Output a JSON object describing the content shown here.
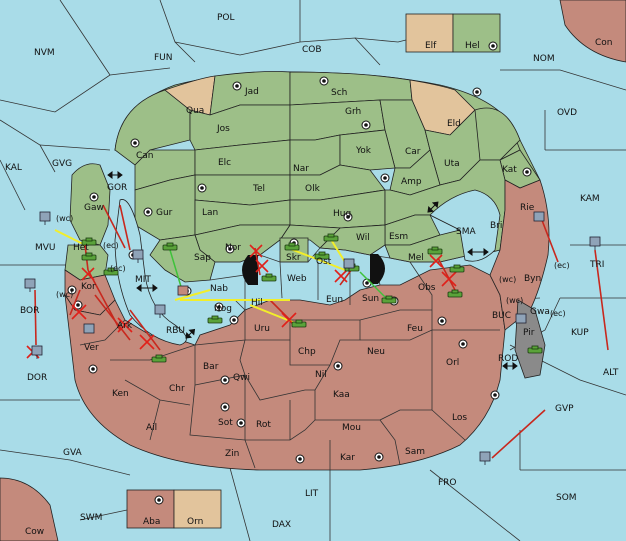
{
  "map": {
    "colors": {
      "sea": "#a9dce8",
      "green_power": "#9dbf88",
      "red_power": "#c48a7c",
      "neutral": "#e2c49c",
      "impassable": "#8a8a8a",
      "red_move": "#c8281e",
      "yellow_move": "#f2ee2a",
      "green_move": "#3ec23a"
    },
    "labels": {
      "pol": "POL",
      "cob": "COB",
      "fun": "FUN",
      "nvm": "NVM",
      "nom": "NOM",
      "ovd": "OVD",
      "con": "Con",
      "elf": "Elf",
      "hel": "Hel",
      "kal": "KAL",
      "gvg": "GVG",
      "mvu": "MVU",
      "bor": "BOR",
      "dor": "DOR",
      "mit": "MIT",
      "gor": "GOR",
      "kam": "KAM",
      "sma": "SMA",
      "tri": "TRI",
      "kup": "KUP",
      "buc": "BUC",
      "rod": "ROD",
      "alt": "ALT",
      "gvp": "GVP",
      "gva": "GVA",
      "fro": "FRO",
      "som": "SOM",
      "lit": "LIT",
      "swm": "SWM",
      "dax": "DAX",
      "cow": "Cow",
      "aba": "Aba",
      "orn": "Orn",
      "jad": "Jad",
      "sch": "Sch",
      "qua": "Qua",
      "jos": "Jos",
      "grh": "Grh",
      "eld": "Eld",
      "can": "Can",
      "elc": "Elc",
      "nar": "Nar",
      "yok": "Yok",
      "car": "Car",
      "uta": "Uta",
      "kat": "Kat",
      "tel": "Tel",
      "olk": "Olk",
      "amp": "Amp",
      "gaw": "Gaw",
      "gur": "Gur",
      "lan": "Lan",
      "hug": "Hug",
      "rie": "Rie",
      "esm": "Esm",
      "bri": "Bri",
      "wil": "Wil",
      "nor": "Nor",
      "skr": "Skr",
      "ost": "Ost",
      "mel": "Mel",
      "sap": "Sap",
      "web": "Web",
      "het": "Het",
      "kor": "Kor",
      "nab": "Nab",
      "eun": "Eun",
      "sun": "Sun",
      "obs": "Obs",
      "byn": "Byn",
      "hil": "Hil",
      "nog": "Nog",
      "gwa": "Gwa",
      "rbu": "RBU",
      "ark": "Ark",
      "uru": "Uru",
      "feu": "Feu",
      "pir": "Pir",
      "ver": "Ver",
      "chp": "Chp",
      "neu": "Neu",
      "orl": "Orl",
      "bar": "Bar",
      "qwi": "Qwi",
      "nil": "Nil",
      "ken": "Ken",
      "chr": "Chr",
      "kaa": "Kaa",
      "ail": "Ail",
      "sot": "Sot",
      "rot": "Rot",
      "mou": "Mou",
      "los": "Los",
      "zin": "Zin",
      "kar": "Kar",
      "sam": "Sam",
      "wc": "(wc)",
      "ec": "(ec)"
    }
  }
}
